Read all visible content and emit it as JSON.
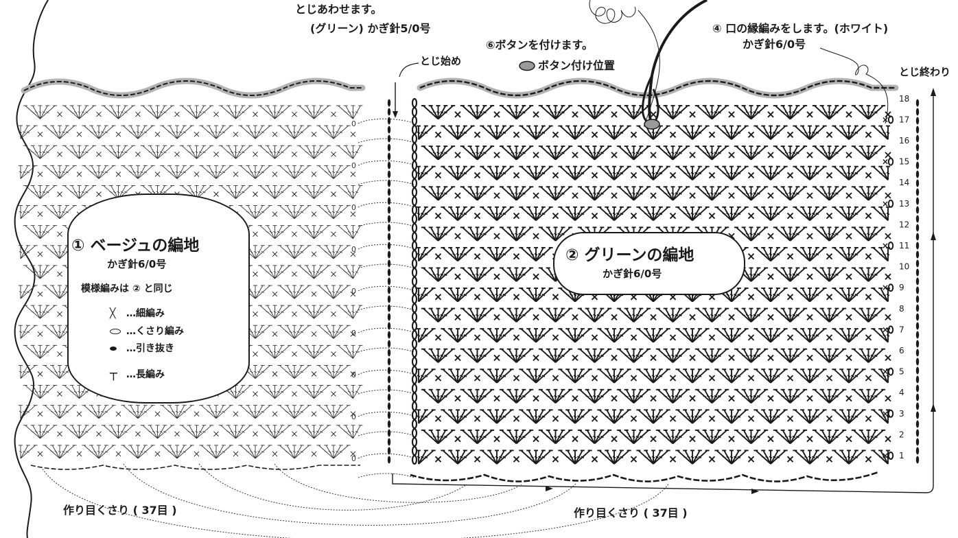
{
  "labels": {
    "join_1": "とじあわせます。",
    "join_2": "(グリーン) かぎ針5/0号",
    "button_attach": "⑥ボタンを付けます。",
    "button_position": "ボタン付け位置",
    "edge_1": "④ 口の縁編みをします。(ホワイト)",
    "edge_2": "かぎ針6/0号",
    "start_join": "とじ始め",
    "end_join": "とじ終わり",
    "foundation_left": "作り目くさり ( 37目 )",
    "foundation_right": "作り目くさり ( 37目 )"
  },
  "beige_panel": {
    "title": "① ベージュの編地",
    "hook": "かぎ針6/0号",
    "note": "模様編みは ② と同じ",
    "legend": [
      {
        "symbol": "X",
        "text": "…細編み"
      },
      {
        "symbol": "chain",
        "text": "…くさり編み"
      },
      {
        "symbol": "slip",
        "text": "…引き抜き"
      },
      {
        "symbol": "dc",
        "text": "…長編み"
      }
    ]
  },
  "green_panel": {
    "title": "② グリーンの編地",
    "hook": "かぎ針6/0号"
  },
  "row_numbers": [
    "1",
    "2",
    "3",
    "4",
    "5",
    "6",
    "7",
    "8",
    "9",
    "10",
    "11",
    "12",
    "13",
    "14",
    "15",
    "16",
    "17",
    "18"
  ],
  "colors": {
    "ink": "#1a1a1a",
    "edging": "#b3b3b3",
    "button": "#9a9a9a",
    "light_ink": "#333333"
  },
  "icons": [
    "button-marker-icon",
    "arrow-down-icon",
    "arrow-up-icon"
  ]
}
